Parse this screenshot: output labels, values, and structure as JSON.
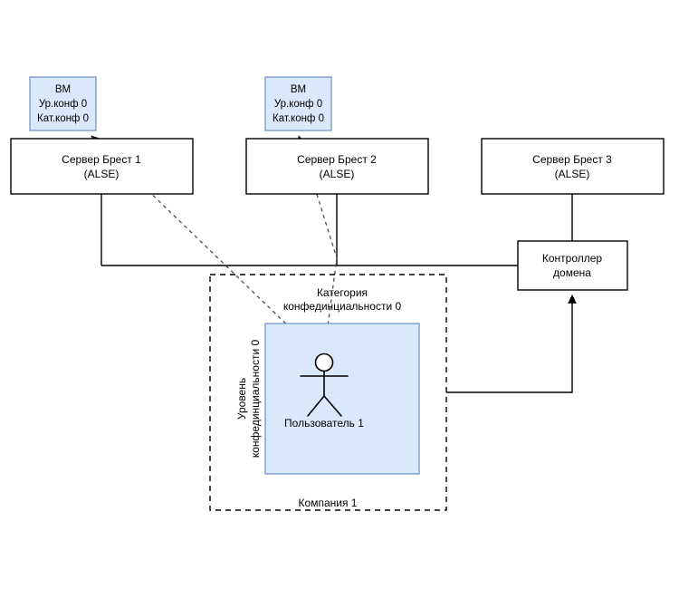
{
  "diagram": {
    "title": "Security model diagram",
    "colors": {
      "vm_fill": "#dae8fc",
      "vm_stroke": "#6c8ebf",
      "zone_fill": "#dae8fc",
      "zone_stroke": "#6c8ebf",
      "line": "#000000",
      "dashed_link": "#4d4d4d",
      "background": "#ffffff"
    },
    "vm_nodes": [
      {
        "id": "vm-1",
        "line1": "ВМ",
        "line2": "Ур.конф 0",
        "line3": "Кат.конф 0"
      },
      {
        "id": "vm-2",
        "line1": "ВМ",
        "line2": "Ур.конф 0",
        "line3": "Кат.конф 0"
      }
    ],
    "server_nodes": [
      {
        "id": "server-1",
        "line1": "Сервер Брест 1",
        "line2": "(ALSE)"
      },
      {
        "id": "server-2",
        "line1": "Сервер Брест 2",
        "line2": "(ALSE)"
      },
      {
        "id": "server-3",
        "line1": "Сервер Брест 3",
        "line2": "(ALSE)"
      }
    ],
    "domain_controller": {
      "id": "domain-controller",
      "line1": "Контроллер",
      "line2": "домена"
    },
    "company_boundary": {
      "id": "company-1",
      "label": "Компания 1"
    },
    "confidentiality_zone": {
      "category_label_line1": "Категория",
      "category_label_line2": "конфединциальности 0",
      "level_label_line1": "Уровень",
      "level_label_line2": "конфединциальности 0"
    },
    "actor": {
      "id": "user-1",
      "label": "Пользователь 1"
    }
  }
}
